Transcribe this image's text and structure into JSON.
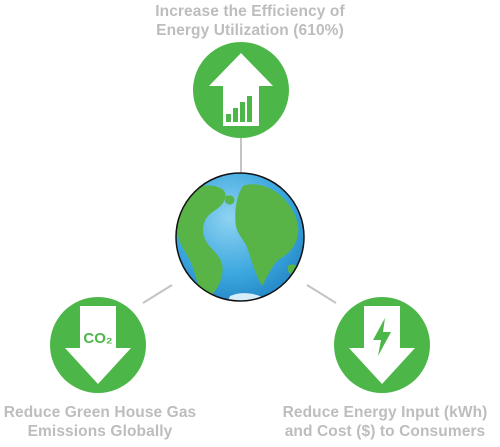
{
  "nodes": {
    "top": {
      "label_line1": "Increase the Efficiency of",
      "label_line2": "Energy Utilization (610%)",
      "icon": "arrow-up-bar-chart-icon"
    },
    "left": {
      "label_line1": "Reduce Green House Gas",
      "label_line2": "Emissions Globally",
      "icon": "arrow-down-co2-icon",
      "icon_text": "CO₂"
    },
    "right": {
      "label_line1": "Reduce Energy Input (kWh)",
      "label_line2": "and Cost ($) to Consumers",
      "icon": "arrow-down-lightning-icon"
    },
    "center": {
      "icon": "globe-icon"
    }
  },
  "colors": {
    "circle_green": "#4cb748",
    "label_gray": "#bdbdbd",
    "connector_gray": "#c4c4c4",
    "ocean_blue": "#3aa6de",
    "land_green": "#58b447"
  }
}
